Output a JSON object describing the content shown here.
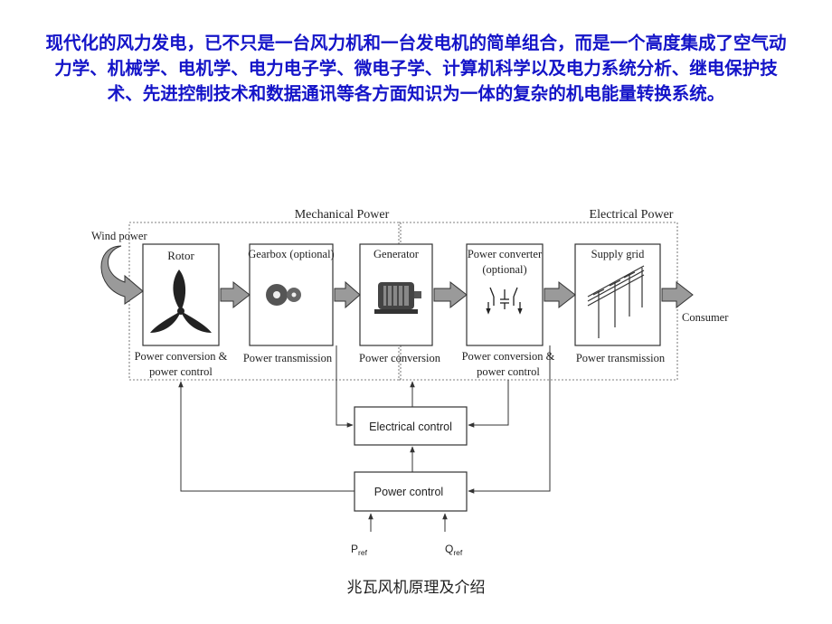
{
  "intro_text": "现代化的风力发电，已不只是一台风力机和一台发电机的简单组合，而是一个高度集成了空气动力学、机械学、电机学、电力电子学、微电子学、计算机科学以及电力系统分析、继电保护技术、先进控制技术和数据通讯等各方面知识为一体的复杂的机电能量转换系统。",
  "diagram": {
    "mechanical_power": "Mechanical Power",
    "electrical_power": "Electrical Power",
    "wind_power": "Wind power",
    "consumer": "Consumer",
    "blocks": {
      "rotor": {
        "title": "Rotor",
        "caption_1": "Power conversion &",
        "caption_2": "power control"
      },
      "gearbox": {
        "title": "Gearbox (optional)",
        "caption_1": "Power transmission"
      },
      "generator": {
        "title": "Generator",
        "caption_1": "Power conversion"
      },
      "converter": {
        "title_1": "Power converter",
        "title_2": "(optional)",
        "caption_1": "Power conversion &",
        "caption_2": "power control"
      },
      "grid": {
        "title": "Supply grid",
        "caption_1": "Power transmission"
      }
    },
    "electrical_control": "Electrical control",
    "power_control": "Power control",
    "p_ref": {
      "base": "P",
      "sub": "ref"
    },
    "q_ref": {
      "base": "Q",
      "sub": "ref"
    }
  },
  "footer": "兆瓦风机原理及介绍",
  "colors": {
    "intro_text": "#1414c8",
    "arrow_fill": "#9a9a9a",
    "line": "#333333"
  }
}
